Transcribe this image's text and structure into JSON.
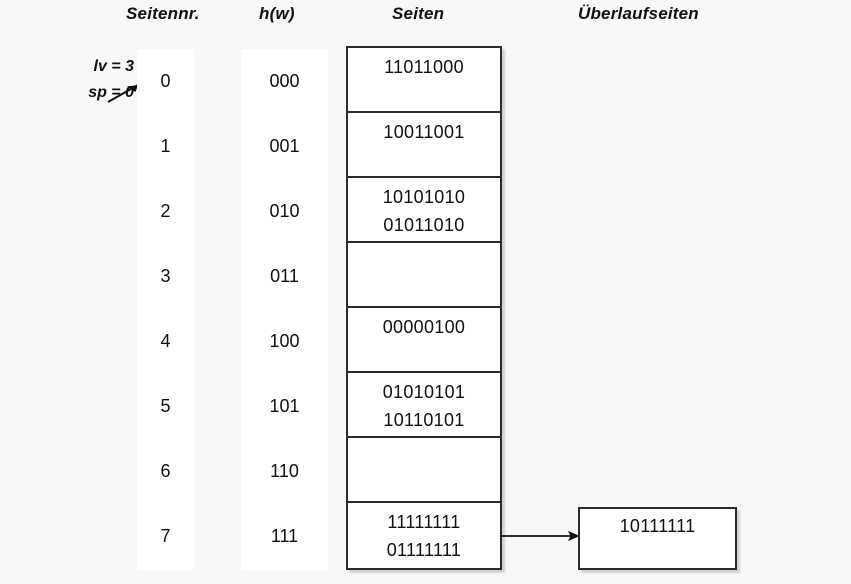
{
  "headers": {
    "seitennr": "Seitennr.",
    "hw": "h(w)",
    "seiten": "Seiten",
    "ueberlaufseiten": "Überlaufseiten"
  },
  "annotation": {
    "line1": "lv = 3",
    "line2": "sp = 0",
    "arrow_icon": "arrow-up-right-icon"
  },
  "colors": {
    "page_background": "#f8f8f8",
    "cell_background": "#ffffff",
    "border": "#2b2b2b",
    "text": "#111111"
  },
  "rows": [
    {
      "seitennr": "0",
      "hw": "000",
      "entries": [
        "11011000"
      ]
    },
    {
      "seitennr": "1",
      "hw": "001",
      "entries": [
        "10011001"
      ]
    },
    {
      "seitennr": "2",
      "hw": "010",
      "entries": [
        "10101010",
        "01011010"
      ]
    },
    {
      "seitennr": "3",
      "hw": "011",
      "entries": []
    },
    {
      "seitennr": "4",
      "hw": "100",
      "entries": [
        "00000100"
      ]
    },
    {
      "seitennr": "5",
      "hw": "101",
      "entries": [
        "01010101",
        "10110101"
      ]
    },
    {
      "seitennr": "6",
      "hw": "110",
      "entries": []
    },
    {
      "seitennr": "7",
      "hw": "111",
      "entries": [
        "11111111",
        "01111111"
      ]
    }
  ],
  "overflow": {
    "from_row": "7",
    "arrow_icon": "arrow-right-icon",
    "entries": [
      "10111111"
    ]
  }
}
